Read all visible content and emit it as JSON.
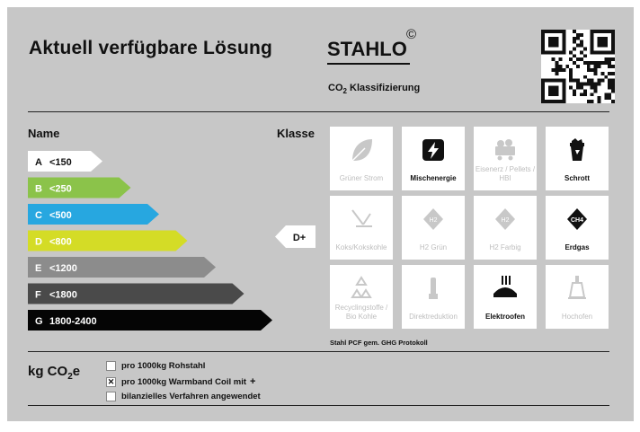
{
  "header": {
    "title": "Aktuell verfügbare Lösung",
    "brand": "STAHLO",
    "brand_mark": "©",
    "classification_prefix": "CO",
    "classification_sub": "2",
    "classification_suffix": " Klassifizierung"
  },
  "labels": {
    "name": "Name",
    "klasse": "Klasse"
  },
  "classes": [
    {
      "letter": "A",
      "range": "<150",
      "color": "#ffffff",
      "text_color": "#111111"
    },
    {
      "letter": "B",
      "range": "<250",
      "color": "#8bc34a",
      "text_color": "#ffffff"
    },
    {
      "letter": "C",
      "range": "<500",
      "color": "#27a7e0",
      "text_color": "#ffffff"
    },
    {
      "letter": "D",
      "range": "<800",
      "color": "#d4dc26",
      "text_color": "#ffffff"
    },
    {
      "letter": "E",
      "range": "<1200",
      "color": "#8c8c8c",
      "text_color": "#ffffff"
    },
    {
      "letter": "F",
      "range": "<1800",
      "color": "#4a4a4a",
      "text_color": "#ffffff"
    },
    {
      "letter": "G",
      "range": "1800-2400",
      "color": "#050505",
      "text_color": "#ffffff"
    }
  ],
  "current_class": "D+",
  "sources": [
    {
      "label": "Grüner Strom",
      "icon": "leaf-icon",
      "active": false
    },
    {
      "label": "Mischenergie",
      "icon": "lightning-icon",
      "active": true
    },
    {
      "label": "Eisenerz / Pellets / HBI",
      "icon": "ore-cart-icon",
      "active": false
    },
    {
      "label": "Schrott",
      "icon": "scrap-bin-icon",
      "active": true
    },
    {
      "label": "Koks/Kokskohle",
      "icon": "coke-icon",
      "active": false
    },
    {
      "label": "H2 Grün",
      "icon": "h2-green-icon",
      "active": false
    },
    {
      "label": "H2 Farbig",
      "icon": "h2-color-icon",
      "active": false
    },
    {
      "label": "Erdgas",
      "icon": "ch4-icon",
      "active": true
    },
    {
      "label": "Recyclingstoffe / Bio Kohle",
      "icon": "recycle-icon",
      "active": false
    },
    {
      "label": "Direktreduktion",
      "icon": "direct-reduction-icon",
      "active": false
    },
    {
      "label": "Elektroofen",
      "icon": "electric-furnace-icon",
      "active": true
    },
    {
      "label": "Hochofen",
      "icon": "blast-furnace-icon",
      "active": false
    }
  ],
  "icon_texts": {
    "h2": "H2",
    "ch4": "CH4"
  },
  "pcf_note": "Stahl PCF gem. GHG Protokoll",
  "footer": {
    "unit_prefix": "kg CO",
    "unit_sub": "2",
    "unit_suffix": "e",
    "options": [
      {
        "label": "pro 1000kg Rohstahl",
        "checked": false,
        "plus": ""
      },
      {
        "label": "pro 1000kg Warmband Coil mit",
        "checked": true,
        "plus": "+"
      },
      {
        "label": "bilanzielles Verfahren angewendet",
        "checked": false,
        "plus": ""
      }
    ]
  },
  "colors": {
    "card_bg": "#c7c7c7",
    "tile_bg": "#ffffff",
    "inactive_icon": "#c8c8c8",
    "active_icon": "#111111"
  }
}
